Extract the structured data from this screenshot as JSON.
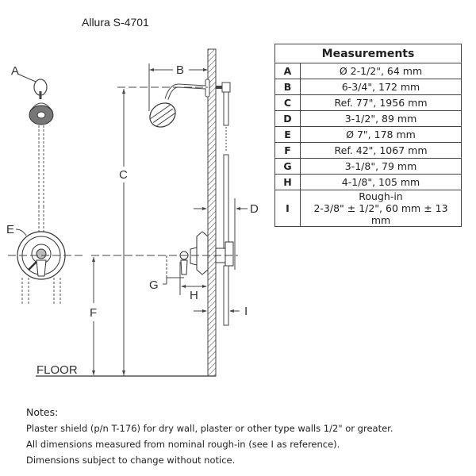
{
  "title": "Allura S-4701",
  "diagram": {
    "labels": {
      "A": "A",
      "B": "B",
      "C": "C",
      "D": "D",
      "E": "E",
      "F": "F",
      "G": "G",
      "H": "H",
      "I": "I",
      "floor": "FLOOR"
    }
  },
  "measurements": {
    "header": "Measurements",
    "rows": [
      {
        "key": "A",
        "value": "Ø 2-1/2\", 64 mm"
      },
      {
        "key": "B",
        "value": "6-3/4\", 172 mm"
      },
      {
        "key": "C",
        "value": "Ref. 77\", 1956 mm"
      },
      {
        "key": "D",
        "value": "3-1/2\", 89 mm"
      },
      {
        "key": "E",
        "value": "Ø 7\", 178 mm"
      },
      {
        "key": "F",
        "value": "Ref. 42\", 1067 mm"
      },
      {
        "key": "G",
        "value": "3-1/8\", 79 mm"
      },
      {
        "key": "H",
        "value": "4-1/8\", 105 mm"
      },
      {
        "key": "I",
        "value_lines": [
          "Rough-in",
          "2-3/8\" ± 1/2\", 60 mm ± 13",
          "mm"
        ]
      }
    ]
  },
  "notes": {
    "heading": "Notes:",
    "lines": [
      "Plaster shield (p/n T-176) for dry wall, plaster or other type walls 1/2\" or greater.",
      "All dimensions measured from nominal rough-in (see I as reference).",
      "Dimensions subject to change without notice."
    ]
  }
}
